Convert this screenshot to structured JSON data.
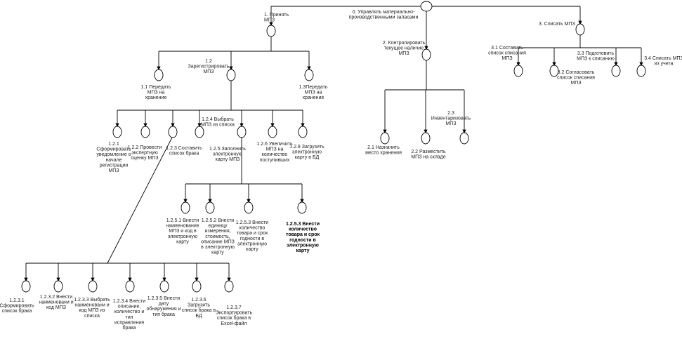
{
  "nodes": [
    {
      "id": "n0",
      "label_lines": [
        "0. Управлять материально-",
        "производственными запасами"
      ]
    },
    {
      "id": "n1",
      "label_lines": [
        "1. Принять",
        "МПЗ"
      ]
    },
    {
      "id": "n2",
      "label_lines": [
        "2. Контролировать",
        "текущее наличие",
        "МПЗ"
      ]
    },
    {
      "id": "n3",
      "label_lines": [
        "3. Списать МПЗ"
      ]
    },
    {
      "id": "n1_1",
      "label_lines": [
        "1.1 Передать",
        "МПЗ на",
        "хранение"
      ]
    },
    {
      "id": "n1_2",
      "label_lines": [
        "1.2",
        "Зарегистрировать",
        "МПЗ"
      ]
    },
    {
      "id": "n1_3",
      "label_lines": [
        "1.3Передать",
        "МПЗ на",
        "хранение"
      ]
    },
    {
      "id": "n1_2_1",
      "label_lines": [
        "1.2.1",
        "Сформировать",
        "уведомление о",
        "начале",
        "регистрации",
        "МПЗ"
      ]
    },
    {
      "id": "n1_2_2",
      "label_lines": [
        "1.2.2 Провести",
        "экспертную",
        "оценку МПЗ"
      ]
    },
    {
      "id": "n1_2_3",
      "label_lines": [
        "1.2.3 Составить",
        "список брака"
      ]
    },
    {
      "id": "n1_2_4",
      "label_lines": [
        "1.2.4 Выбрать",
        "МПЗ из списка"
      ]
    },
    {
      "id": "n1_2_5",
      "label_lines": [
        "1.2.5 Заполнить",
        "электронную",
        "карту МПЗ"
      ]
    },
    {
      "id": "n1_2_6",
      "label_lines": [
        "1.2.6 Увеличить",
        "МПЗ на",
        "количество",
        "поступивших"
      ]
    },
    {
      "id": "n1_2_8",
      "label_lines": [
        "1.2.8 Загрузить",
        "электронную",
        "карту в БД"
      ]
    },
    {
      "id": "n1_2_5_1",
      "label_lines": [
        "1.2.5.1 Внести",
        "наименование",
        "МПЗ и код в",
        "электронную",
        "карту"
      ]
    },
    {
      "id": "n1_2_5_2",
      "label_lines": [
        "1.2.5.2 Внести",
        "единицу",
        "измерения,",
        "стоимость,",
        "описание МПЗ",
        "в электронную",
        "карту"
      ]
    },
    {
      "id": "n1_2_5_3a",
      "label_lines": [
        "1.2.5.3 Внести",
        "количество",
        "товара и срок",
        "годности в",
        "электронную",
        "карту"
      ]
    },
    {
      "id": "n1_2_5_3b",
      "label_lines": [
        "1.2.5.3 Внести",
        "количество",
        "товара и срок",
        "годности в",
        "электронную",
        "карту"
      ]
    },
    {
      "id": "n1_2_3_1",
      "label_lines": [
        "1.2.3.1",
        "Сформировать",
        "список брака"
      ]
    },
    {
      "id": "n1_2_3_2",
      "label_lines": [
        "1.2.3.2 Внести",
        "наименовани и",
        "код МПЗ"
      ]
    },
    {
      "id": "n1_2_3_3",
      "label_lines": [
        "1.2.3.3 Выбрать",
        "наименовани и",
        "код МПЗ из",
        "списка"
      ]
    },
    {
      "id": "n1_2_3_4",
      "label_lines": [
        "1.2.3.4 Внести",
        "описание,",
        "количество и",
        "тип",
        "исправления",
        "брака"
      ]
    },
    {
      "id": "n1_2_3_5",
      "label_lines": [
        "1.2.3.5 Внести",
        "дату",
        "обнаружения и",
        "тип брака"
      ]
    },
    {
      "id": "n1_2_3_6",
      "label_lines": [
        "1.2.3.6",
        "Загрузить",
        "список брака в",
        "БД"
      ]
    },
    {
      "id": "n1_2_3_7",
      "label_lines": [
        "1.2.3.7",
        "Экспортировать",
        "список брака в",
        "Excel-файл"
      ]
    },
    {
      "id": "n2_1",
      "label_lines": [
        "2.1 Назначить",
        "место хранения"
      ]
    },
    {
      "id": "n2_2",
      "label_lines": [
        "2.2 Разместить",
        "МПЗ на складе"
      ]
    },
    {
      "id": "n2_3",
      "label_lines": [
        "2.3",
        "Инвентаризовать",
        "МПЗ"
      ]
    },
    {
      "id": "n3_1",
      "label_lines": [
        "3.1 Составить",
        "список списания",
        "МПЗ"
      ]
    },
    {
      "id": "n3_2",
      "label_lines": [
        "3.2 Согласовать",
        "список списания",
        "МПЗ"
      ]
    },
    {
      "id": "n3_3",
      "label_lines": [
        "3.3 Подготовить",
        "МПЗ к списанию"
      ]
    },
    {
      "id": "n3_4",
      "label_lines": [
        "3.4 Списать МПЗ",
        "из учета"
      ]
    }
  ]
}
